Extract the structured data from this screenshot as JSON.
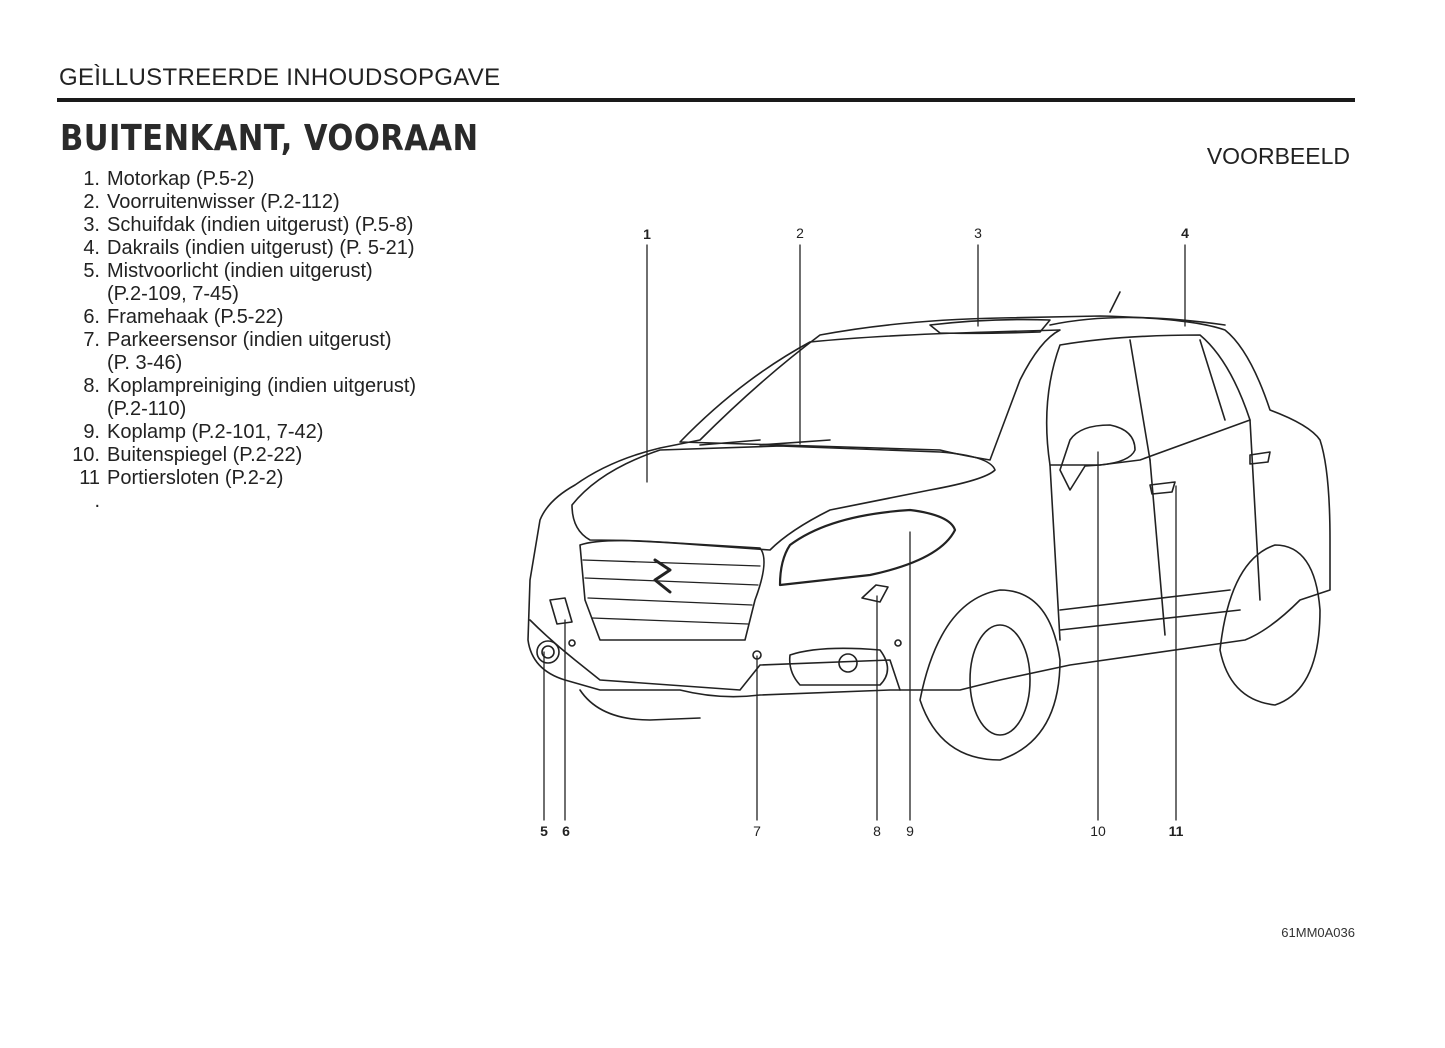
{
  "header": {
    "section": "GEÌLLUSTREERDE  INHOUDSOPGAVE"
  },
  "page": {
    "title": "BUITENKANT, VOORAAN",
    "sample_label": "VOORBEELD",
    "figure_code": "61MM0A036"
  },
  "items": [
    {
      "num": "1.",
      "lines": [
        "Motorkap (P.5-2)"
      ]
    },
    {
      "num": "2.",
      "lines": [
        "Voorruitenwisser (P.2-112)"
      ]
    },
    {
      "num": "3.",
      "lines": [
        "Schuifdak (indien uitgerust) (P.5-8)"
      ]
    },
    {
      "num": "4.",
      "lines": [
        "Dakrails (indien uitgerust) (P. 5-21)"
      ]
    },
    {
      "num": "5.",
      "lines": [
        "Mistvoorlicht (indien uitgerust)",
        "(P.2-109, 7-45)"
      ]
    },
    {
      "num": "6.",
      "lines": [
        "Framehaak (P.5-22)"
      ]
    },
    {
      "num": "7.",
      "lines": [
        "Parkeersensor (indien uitgerust)",
        "(P. 3-46)"
      ]
    },
    {
      "num": "8.",
      "lines": [
        "Koplampreiniging (indien uitgerust)",
        "(P.2-110)"
      ]
    },
    {
      "num": "9.",
      "lines": [
        "Koplamp (P.2-101, 7-42)"
      ]
    },
    {
      "num": "10.",
      "lines": [
        "Buitenspiegel (P.2-22)"
      ]
    },
    {
      "num": "11 .",
      "lines": [
        "Portiersloten (P.2-2)"
      ]
    }
  ],
  "callouts": [
    "1",
    "2",
    "3",
    "4",
    "5",
    "6",
    "7",
    "8",
    "9",
    "10",
    "11"
  ]
}
